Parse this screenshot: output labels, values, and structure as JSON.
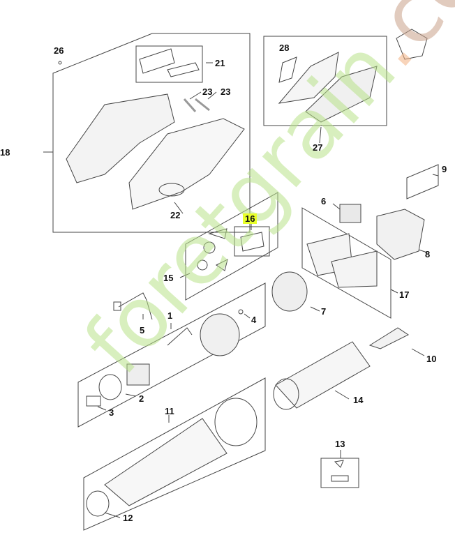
{
  "callouts": {
    "c1": "1",
    "c2": "2",
    "c3": "3",
    "c4": "4",
    "c5": "5",
    "c6": "6",
    "c7": "7",
    "c8": "8",
    "c9": "9",
    "c10": "10",
    "c11": "11",
    "c12": "12",
    "c13": "13",
    "c14": "14",
    "c15": "15",
    "c16": "16",
    "c17": "17",
    "c18": "18",
    "c21": "21",
    "c22": "22",
    "c23a": "23",
    "c23b": "23",
    "c26": "26",
    "c27": "27",
    "c28": "28"
  },
  "highlighted_part": "16",
  "highlight_color": "#e8ff2a",
  "watermark": {
    "text_main": "foretgrain",
    "text_dot": ".",
    "text_tail": "com"
  }
}
